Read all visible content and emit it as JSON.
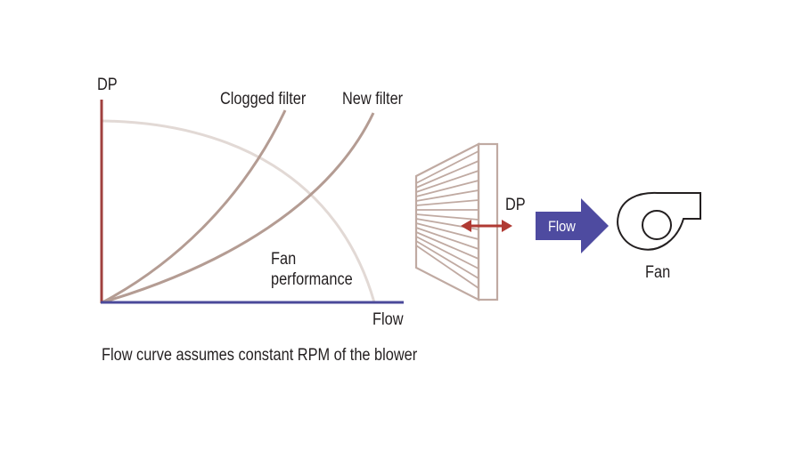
{
  "graph": {
    "y_axis_label": "DP",
    "x_axis_label": "Flow",
    "curve_clogged_label": "Clogged filter",
    "curve_new_label": "New filter",
    "fan_curve_label_line1": "Fan",
    "fan_curve_label_line2": "performance"
  },
  "schematic": {
    "dp_label": "DP",
    "flow_arrow_label": "Flow",
    "fan_label": "Fan"
  },
  "caption": "Flow curve assumes constant RPM of the blower",
  "colors": {
    "y_axis": "#a0413f",
    "x_axis": "#4b4a9a",
    "filter_curves": "#b49c93",
    "fan_curve": "#e2d9d5",
    "filter_frame": "#c0aaa2",
    "dp_arrow": "#b03a33",
    "flow_arrow": "#4e4ba0",
    "text": "#231f20"
  },
  "icons": {
    "filter": "pleated-filter-icon",
    "fan": "centrifugal-fan-icon"
  }
}
